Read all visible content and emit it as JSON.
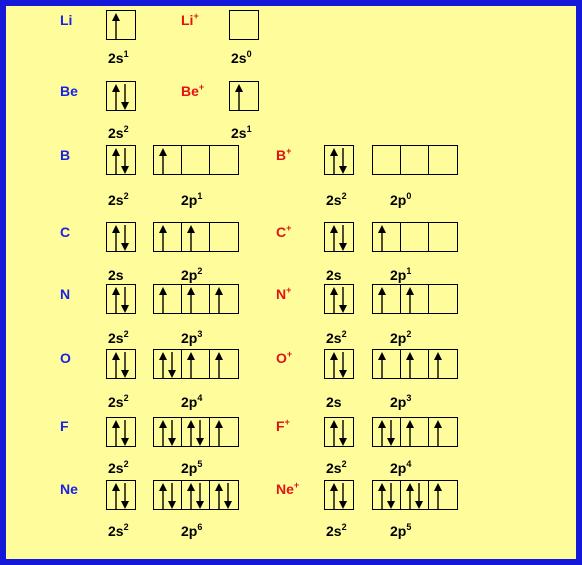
{
  "rows": [
    {
      "neutral": {
        "symbol": "Li",
        "orbitals": [
          {
            "label": "2s",
            "superscript": "1",
            "boxes": [
              "up"
            ]
          }
        ]
      },
      "ion": {
        "symbol": "Li",
        "charge": "+",
        "orbitals": [
          {
            "label": "2s",
            "superscript": "0",
            "boxes": [
              "empty"
            ]
          }
        ]
      }
    },
    {
      "neutral": {
        "symbol": "Be",
        "orbitals": [
          {
            "label": "2s",
            "superscript": "2",
            "boxes": [
              "pair"
            ]
          }
        ]
      },
      "ion": {
        "symbol": "Be",
        "charge": "+",
        "orbitals": [
          {
            "label": "2s",
            "superscript": "1",
            "boxes": [
              "up"
            ]
          }
        ]
      }
    },
    {
      "neutral": {
        "symbol": "B",
        "orbitals": [
          {
            "label": "2s",
            "superscript": "2",
            "boxes": [
              "pair"
            ]
          },
          {
            "label": "2p",
            "superscript": "1",
            "boxes": [
              "up",
              "empty",
              "empty"
            ]
          }
        ]
      },
      "ion": {
        "symbol": "B",
        "charge": "+",
        "orbitals": [
          {
            "label": "2s",
            "superscript": "2",
            "boxes": [
              "pair"
            ]
          },
          {
            "label": "2p",
            "superscript": "0",
            "boxes": [
              "empty",
              "empty",
              "empty"
            ]
          }
        ]
      }
    },
    {
      "neutral": {
        "symbol": "C",
        "orbitals": [
          {
            "label": "2s",
            "superscript": "",
            "boxes": [
              "pair"
            ]
          },
          {
            "label": "2p",
            "superscript": "2",
            "boxes": [
              "up",
              "up",
              "empty"
            ]
          }
        ]
      },
      "ion": {
        "symbol": "C",
        "charge": "+",
        "orbitals": [
          {
            "label": "2s",
            "superscript": "",
            "boxes": [
              "pair"
            ]
          },
          {
            "label": "2p",
            "superscript": "1",
            "boxes": [
              "up",
              "empty",
              "empty"
            ]
          }
        ]
      }
    },
    {
      "neutral": {
        "symbol": "N",
        "orbitals": [
          {
            "label": "2s",
            "superscript": "2",
            "boxes": [
              "pair"
            ]
          },
          {
            "label": "2p",
            "superscript": "3",
            "boxes": [
              "up",
              "up",
              "up"
            ]
          }
        ]
      },
      "ion": {
        "symbol": "N",
        "charge": "+",
        "orbitals": [
          {
            "label": "2s",
            "superscript": "2",
            "boxes": [
              "pair"
            ]
          },
          {
            "label": "2p",
            "superscript": "2",
            "boxes": [
              "up",
              "up",
              "empty"
            ]
          }
        ]
      }
    },
    {
      "neutral": {
        "symbol": "O",
        "orbitals": [
          {
            "label": "2s",
            "superscript": "2",
            "boxes": [
              "pair"
            ]
          },
          {
            "label": "2p",
            "superscript": "4",
            "boxes": [
              "pair",
              "up",
              "up"
            ]
          }
        ]
      },
      "ion": {
        "symbol": "O",
        "charge": "+",
        "orbitals": [
          {
            "label": "2s",
            "superscript": "",
            "boxes": [
              "pair"
            ]
          },
          {
            "label": "2p",
            "superscript": "3",
            "boxes": [
              "up",
              "up",
              "up"
            ]
          }
        ]
      }
    },
    {
      "neutral": {
        "symbol": "F",
        "orbitals": [
          {
            "label": "2s",
            "superscript": "2",
            "boxes": [
              "pair"
            ]
          },
          {
            "label": "2p",
            "superscript": "5",
            "boxes": [
              "pair",
              "pair",
              "up"
            ]
          }
        ]
      },
      "ion": {
        "symbol": "F",
        "charge": "+",
        "orbitals": [
          {
            "label": "2s",
            "superscript": "2",
            "boxes": [
              "pair"
            ]
          },
          {
            "label": "2p",
            "superscript": "4",
            "boxes": [
              "pair",
              "up",
              "up"
            ]
          }
        ]
      }
    },
    {
      "neutral": {
        "symbol": "Ne",
        "orbitals": [
          {
            "label": "2s",
            "superscript": "2",
            "boxes": [
              "pair"
            ]
          },
          {
            "label": "2p",
            "superscript": "6",
            "boxes": [
              "pair",
              "pair",
              "pair"
            ]
          }
        ]
      },
      "ion": {
        "symbol": "Ne",
        "charge": "+",
        "orbitals": [
          {
            "label": "2s",
            "superscript": "2",
            "boxes": [
              "pair"
            ]
          },
          {
            "label": "2p",
            "superscript": "5",
            "boxes": [
              "pair",
              "pair",
              "up"
            ]
          }
        ]
      }
    }
  ]
}
